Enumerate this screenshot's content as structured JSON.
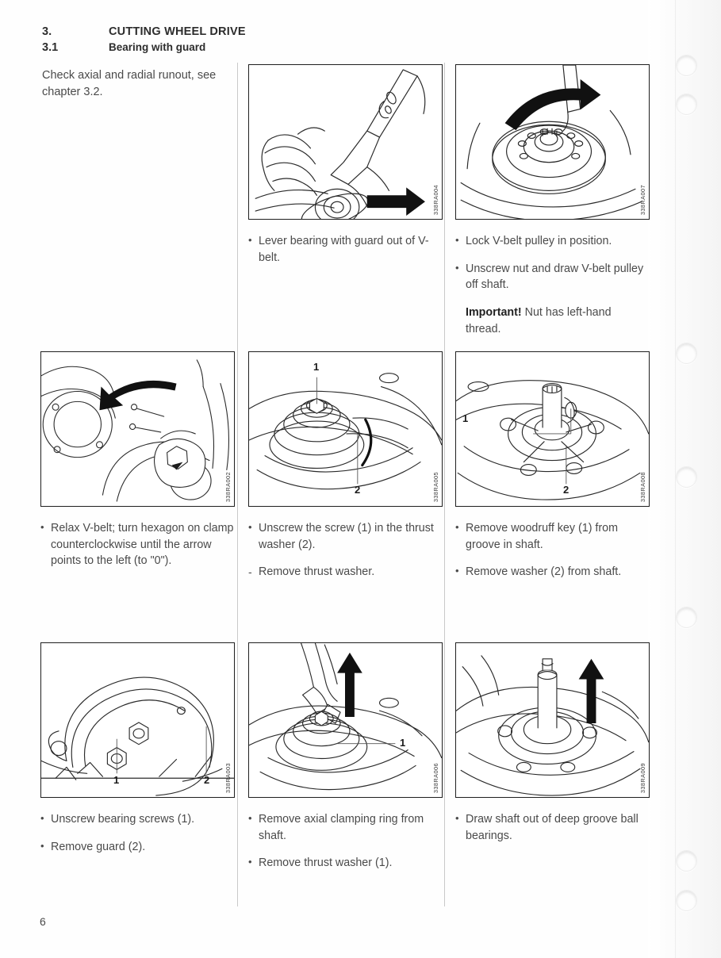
{
  "document": {
    "section_number": "3.",
    "section_title": "CUTTING WHEEL DRIVE",
    "subsection_number": "3.1",
    "subsection_title": "Bearing with guard",
    "intro_text": "Check axial and radial runout, see chapter 3.2.",
    "page_number": "6"
  },
  "panels": [
    {
      "id": "panel-1",
      "figure_code": "338RA004",
      "callouts": [],
      "steps": [
        {
          "marker": "•",
          "text": "Lever bearing with guard out of V-belt."
        }
      ]
    },
    {
      "id": "panel-2",
      "figure_code": "338RA007",
      "callouts": [],
      "steps": [
        {
          "marker": "•",
          "text": "Lock V-belt pulley in position."
        },
        {
          "marker": "•",
          "text": "Unscrew nut and draw V-belt pulley off shaft."
        },
        {
          "marker": "",
          "bold_lead": "Important!",
          "text": "  Nut has left-hand thread."
        }
      ]
    },
    {
      "id": "panel-3",
      "figure_code": "338RA002",
      "callouts": [],
      "steps": [
        {
          "marker": "•",
          "text": "Relax V-belt; turn hexagon on clamp counterclockwise until the arrow points to the left (to \"0\")."
        }
      ]
    },
    {
      "id": "panel-4",
      "figure_code": "338RA005",
      "callouts": [
        "1",
        "2"
      ],
      "steps": [
        {
          "marker": "•",
          "text": "Unscrew the screw (1) in the thrust washer (2)."
        },
        {
          "marker": "-",
          "text": "Remove thrust washer."
        }
      ]
    },
    {
      "id": "panel-5",
      "figure_code": "338RA008",
      "callouts": [
        "1",
        "2"
      ],
      "steps": [
        {
          "marker": "•",
          "text": "Remove woodruff key (1) from groove in shaft."
        },
        {
          "marker": "•",
          "text": "Remove washer (2) from shaft."
        }
      ]
    },
    {
      "id": "panel-6",
      "figure_code": "338RA003",
      "callouts": [
        "1",
        "2"
      ],
      "steps": [
        {
          "marker": "•",
          "text": "Unscrew bearing screws (1)."
        },
        {
          "marker": "•",
          "text": "Remove guard (2)."
        }
      ]
    },
    {
      "id": "panel-7",
      "figure_code": "338RA006",
      "callouts": [
        "1"
      ],
      "steps": [
        {
          "marker": "•",
          "text": "Remove axial clamping ring from shaft."
        },
        {
          "marker": "•",
          "text": "Remove thrust washer (1)."
        }
      ]
    },
    {
      "id": "panel-8",
      "figure_code": "338RA009",
      "callouts": [],
      "steps": [
        {
          "marker": "•",
          "text": "Draw shaft out of deep groove ball bearings."
        }
      ]
    }
  ],
  "colors": {
    "ink": "#1f1f1f",
    "text": "#4a4a4a",
    "heading": "#2d2d2d",
    "rule": "#c9c9c9",
    "paper": "#ffffff"
  }
}
